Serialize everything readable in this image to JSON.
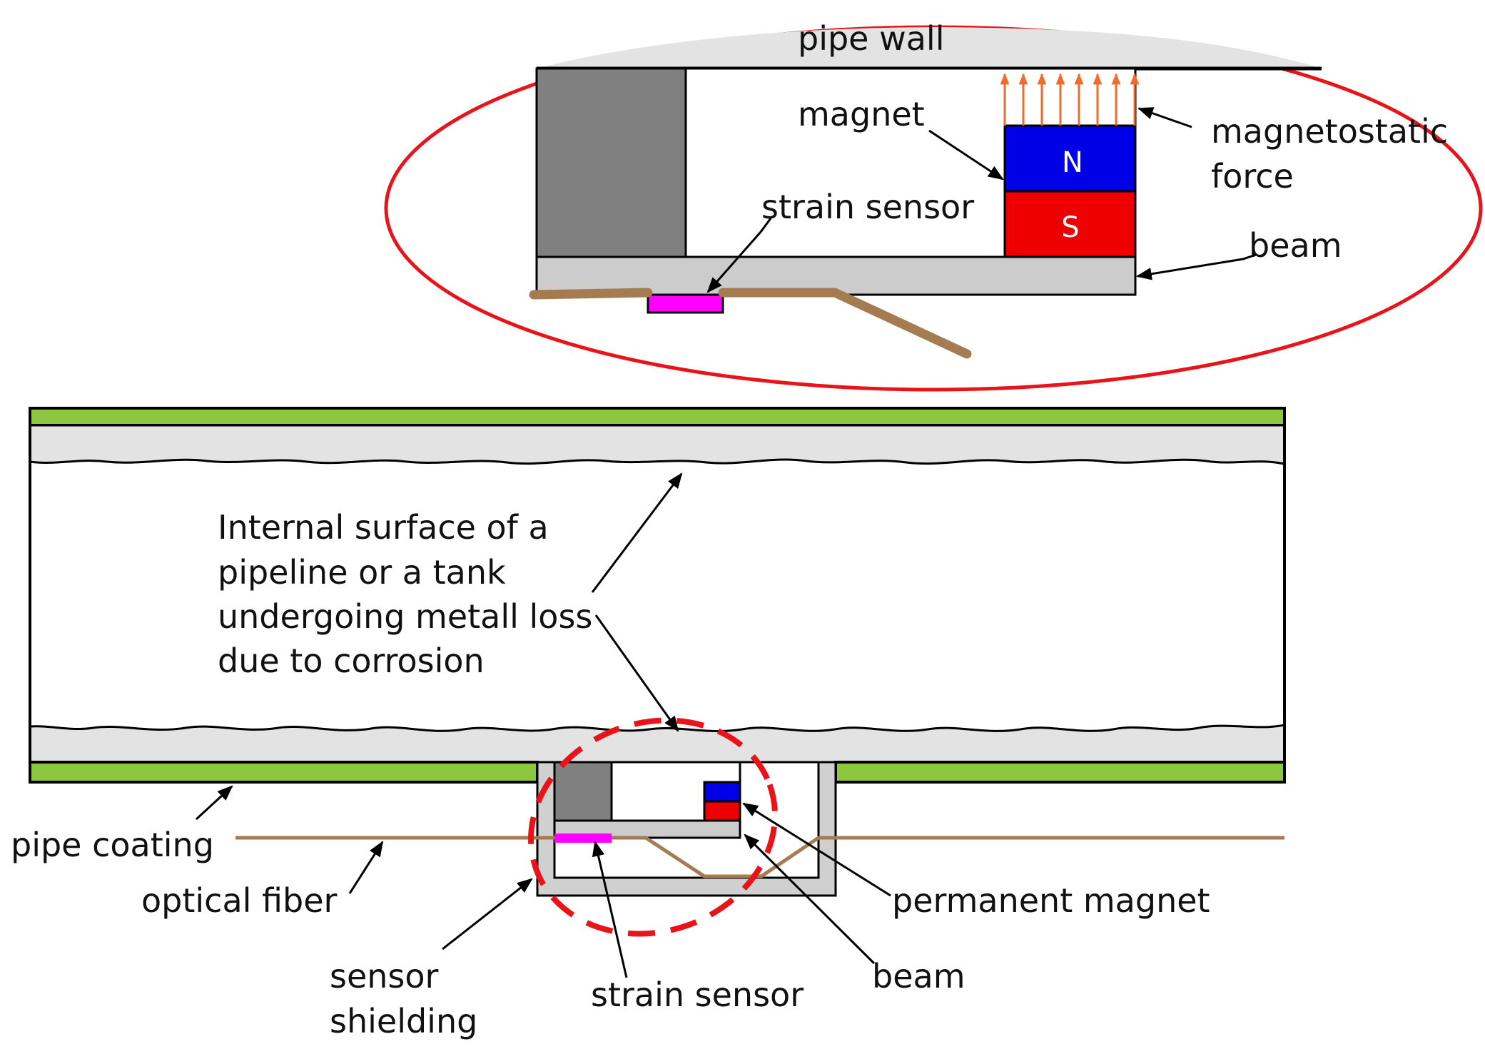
{
  "labels": {
    "pipe_wall": "pipe wall",
    "magnet": "magnet",
    "magnetostatic_line1": "magnetostatic",
    "magnetostatic_line2": "force",
    "strain_sensor_top": "strain sensor",
    "beam_top": "beam",
    "north": "N",
    "south": "S",
    "internal_line1": "Internal surface of a",
    "internal_line2": "pipeline or a tank",
    "internal_line3": "undergoing metall loss",
    "internal_line4": "due to corrosion",
    "pipe_coating": "pipe coating",
    "optical_fiber": "optical fiber",
    "sensor_shielding_line1": "sensor",
    "sensor_shielding_line2": "shielding",
    "strain_sensor_bottom": "strain sensor",
    "permanent_magnet": "permanent magnet",
    "beam_bottom": "beam"
  },
  "colors": {
    "coating": "#8dc63f",
    "pipe_wall": "#e3e3e3",
    "shielding": "#d0d0d0",
    "block": "#808080",
    "beam": "#cccccc",
    "magnet_north": "#0000e6",
    "magnet_south": "#ee0000",
    "strain_sensor": "#ff00ff",
    "fiber": "#a57c52",
    "force_arrows": "#f26a2e",
    "highlight": "#e8141a"
  }
}
